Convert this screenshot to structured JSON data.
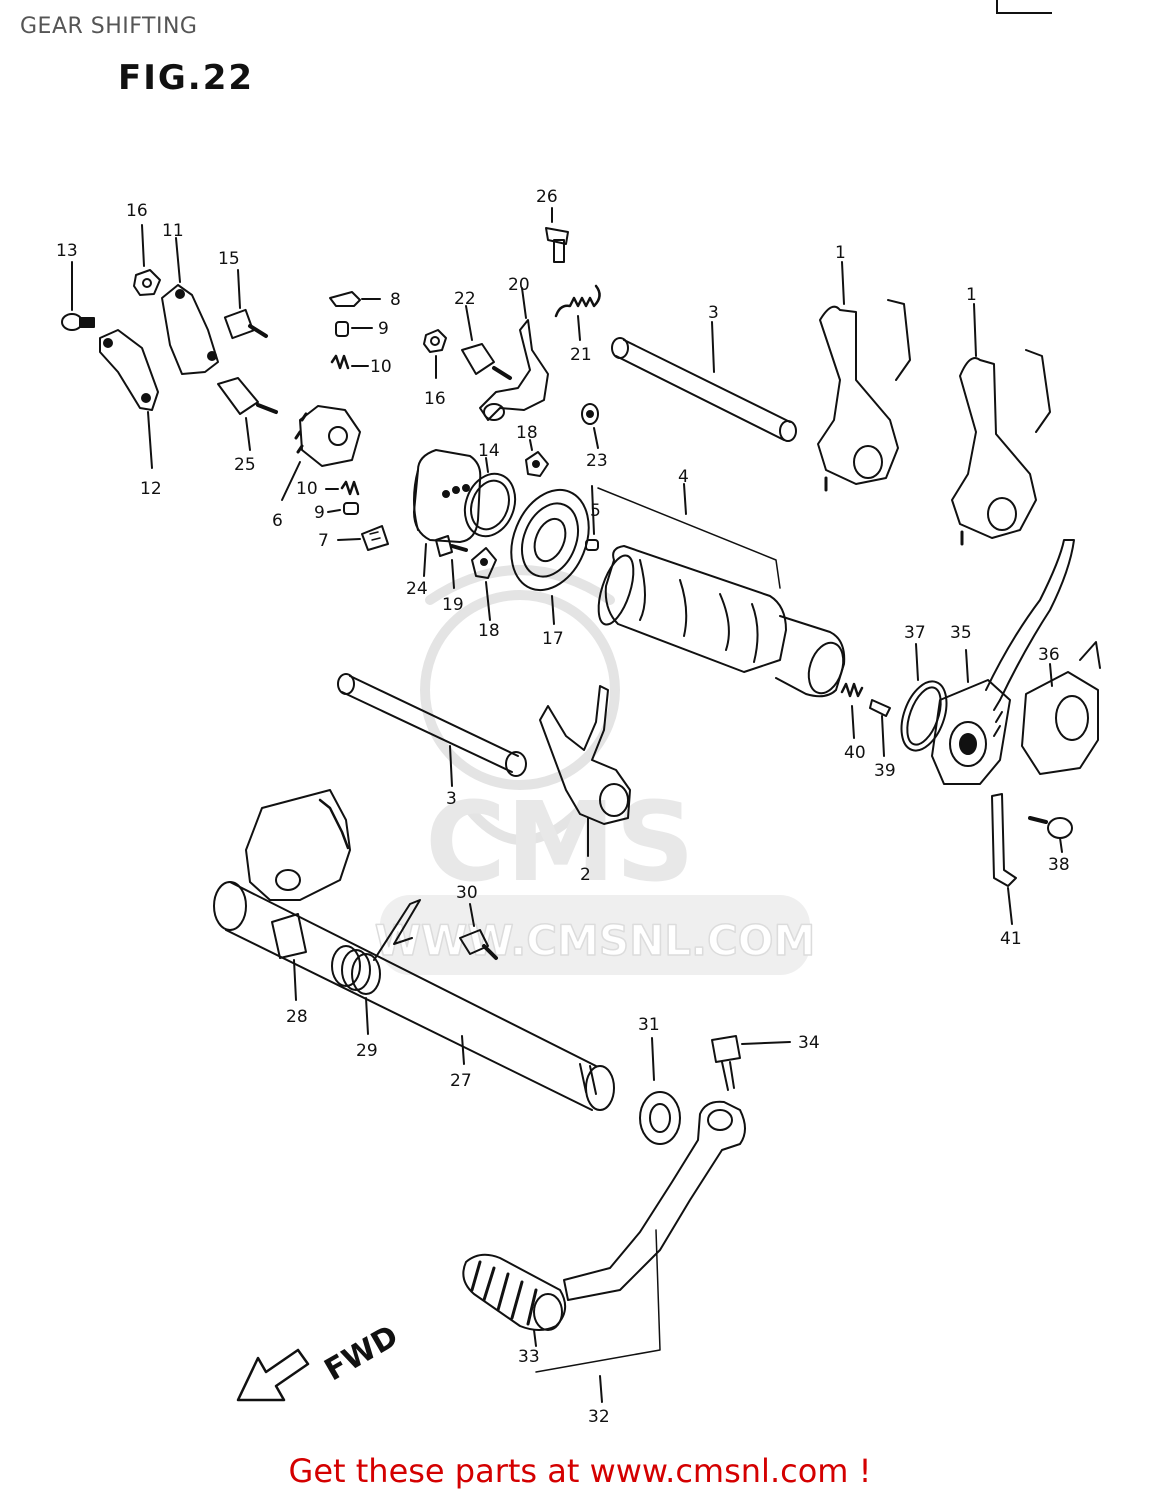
{
  "title": "GEAR SHIFTING",
  "figure": "FIG.22",
  "footer": "Get these parts at www.cmsnl.com !",
  "watermark": {
    "brand": "CMS",
    "url": "WWW.CMSNL.COM"
  },
  "direction_label": "FWD",
  "part_numbers": {
    "p1a": "1",
    "p1b": "1",
    "p2": "2",
    "p3a": "3",
    "p3b": "3",
    "p4": "4",
    "p5": "5",
    "p6": "6",
    "p7": "7",
    "p8": "8",
    "p9a": "9",
    "p9b": "9",
    "p10a": "10",
    "p10b": "10",
    "p11": "11",
    "p12": "12",
    "p13": "13",
    "p14": "14",
    "p15": "15",
    "p16a": "16",
    "p16b": "16",
    "p17": "17",
    "p18a": "18",
    "p18b": "18",
    "p19": "19",
    "p20": "20",
    "p21": "21",
    "p22": "22",
    "p23": "23",
    "p24": "24",
    "p25": "25",
    "p26": "26",
    "p27": "27",
    "p28": "28",
    "p29": "29",
    "p30": "30",
    "p31": "31",
    "p32": "32",
    "p33": "33",
    "p34": "34",
    "p35": "35",
    "p36": "36",
    "p37": "37",
    "p38": "38",
    "p39": "39",
    "p40": "40",
    "p41": "41"
  },
  "colors": {
    "ink": "#111111",
    "footer": "#d40000",
    "title": "#555555",
    "watermark": "#e6e6e6"
  }
}
